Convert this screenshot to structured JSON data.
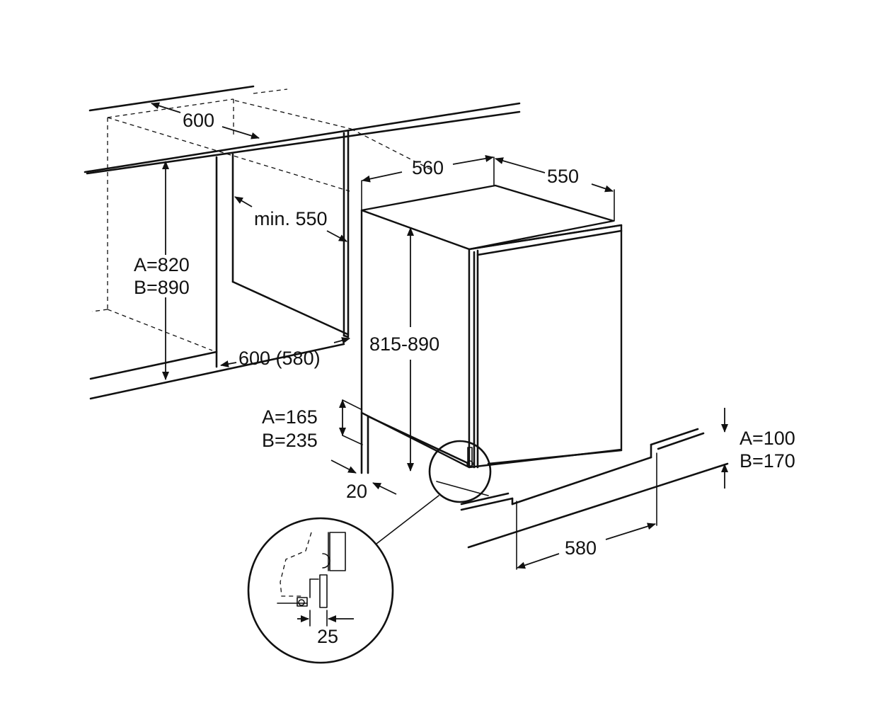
{
  "labels": {
    "niche_width": "600",
    "niche_depth_min": "min. 550",
    "niche_height_a": "A=820",
    "niche_height_b": "B=890",
    "niche_depth_bottom": "600 (580)",
    "appliance_width": "560",
    "appliance_depth": "550",
    "appliance_height": "815-890",
    "plinth_height_a": "A=165",
    "plinth_height_b": "B=235",
    "side_gap": "20",
    "plinth_gap_a": "A=100",
    "plinth_gap_b": "B=170",
    "plinth_depth": "580",
    "detail_offset": "25"
  },
  "colors": {
    "line": "#111111",
    "background": "#ffffff"
  }
}
